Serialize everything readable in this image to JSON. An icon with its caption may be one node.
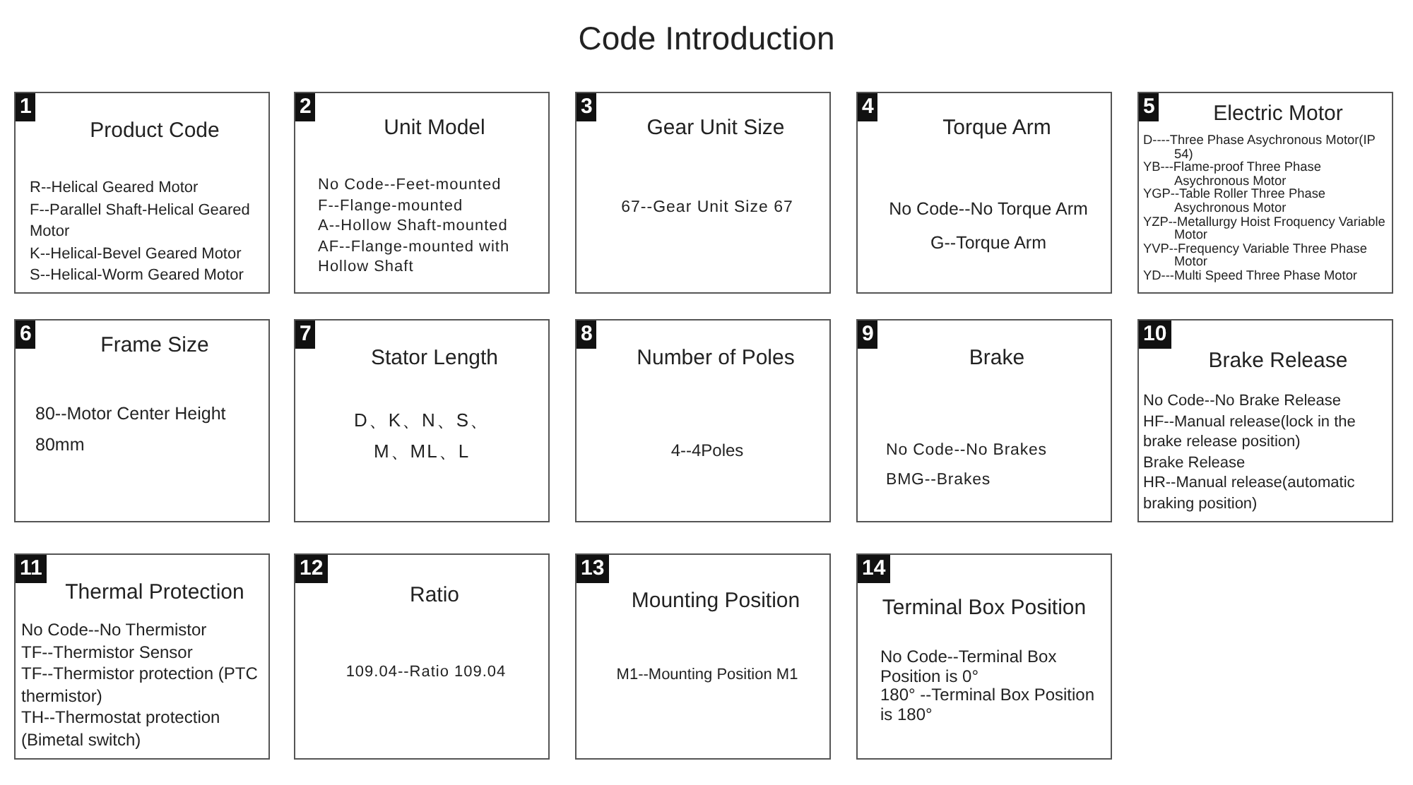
{
  "diagram": {
    "title": "Code Introduction",
    "nodes": [
      {
        "text": [
          "1",
          "Product Code",
          "R--Helical Geared Motor",
          "F--Parallel Shaft-Helical Geared Motor",
          "K--Helical-Bevel Geared Motor",
          "S--Helical-Worm Geared Motor"
        ]
      },
      {
        "text": [
          "2",
          "Unit Model",
          "No Code--Feet-mounted",
          "F--Flange-mounted",
          "A--Hollow Shaft-mounted",
          "AF--Flange-mounted with Hollow Shaft"
        ]
      },
      {
        "text": [
          "3",
          "Gear Unit Size",
          "67--Gear Unit Size 67"
        ]
      },
      {
        "text": [
          "4",
          "Torque Arm",
          "No Code--No Torque Arm",
          "G--Torque Arm"
        ]
      },
      {
        "text": [
          "5",
          "Electric Motor",
          "D----Three Phase Asychronous Motor(IP 54)",
          "YB---Flame-proof Three Phase Asychronous Motor",
          "YGP--Table Roller Three Phase Asychronous Motor",
          "YZP--Metallurgy Hoist Froquency Variable Motor",
          "YVP--Frequency Variable Three Phase Motor",
          "YD---Multi Speed Three Phase Motor"
        ]
      },
      {
        "text": [
          "6",
          "Frame Size",
          "80--Motor Center Height 80mm"
        ]
      },
      {
        "text": [
          "7",
          "Stator Length",
          "D、K、N、S、 M、ML、L"
        ]
      },
      {
        "text": [
          "8",
          "Number of Poles",
          "4--4Poles"
        ]
      },
      {
        "text": [
          "9",
          "Brake",
          "No Code--No Brakes",
          "BMG--Brakes"
        ]
      },
      {
        "text": [
          "10",
          "Brake Release",
          "No Code--No Brake Release",
          "HF--Manual release(lock in the brake release position)",
          "Brake Release",
          "HR--Manual release(automatic braking position)"
        ]
      },
      {
        "text": [
          "11",
          "Thermal Protection",
          "No Code--No Thermistor",
          "TF--Thermistor Sensor",
          "TF--Thermistor protection (PTC thermistor)",
          "TH--Thermostat protection (Bimetal switch)"
        ]
      },
      {
        "text": [
          "12",
          "Ratio",
          "109.04--Ratio 109.04"
        ]
      },
      {
        "text": [
          "13",
          "Mounting Position",
          "M1--Mounting Position M1"
        ]
      },
      {
        "text": [
          "14",
          "Terminal Box Position",
          "No Code--Terminal Box Position is 0°",
          "180°  --Terminal Box Position is 180°"
        ]
      }
    ]
  }
}
